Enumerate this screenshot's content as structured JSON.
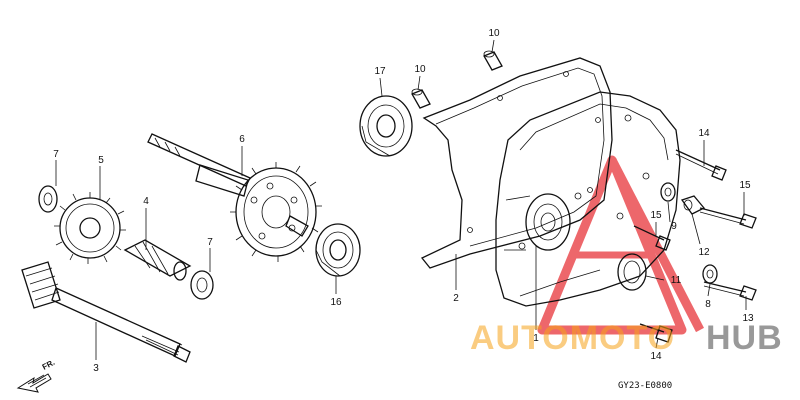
{
  "diagram": {
    "figure_code": "GY23-E0800",
    "direction_label": "FR.",
    "watermark": {
      "part1": "AUTOMOTO",
      "part2": "HUB"
    },
    "callouts": [
      {
        "id": "c1",
        "label": "1"
      },
      {
        "id": "c2",
        "label": "2"
      },
      {
        "id": "c3",
        "label": "3"
      },
      {
        "id": "c4",
        "label": "4"
      },
      {
        "id": "c5",
        "label": "5"
      },
      {
        "id": "c6",
        "label": "6"
      },
      {
        "id": "c7a",
        "label": "7"
      },
      {
        "id": "c7b",
        "label": "7"
      },
      {
        "id": "c8",
        "label": "8"
      },
      {
        "id": "c9",
        "label": "9"
      },
      {
        "id": "c10a",
        "label": "10"
      },
      {
        "id": "c10b",
        "label": "10"
      },
      {
        "id": "c11",
        "label": "11"
      },
      {
        "id": "c12",
        "label": "12"
      },
      {
        "id": "c13",
        "label": "13"
      },
      {
        "id": "c14a",
        "label": "14"
      },
      {
        "id": "c14b",
        "label": "14"
      },
      {
        "id": "c15a",
        "label": "15"
      },
      {
        "id": "c15b",
        "label": "15"
      },
      {
        "id": "c16",
        "label": "16"
      },
      {
        "id": "c17",
        "label": "17"
      }
    ],
    "colors": {
      "line": "#111111",
      "watermark_orange": "#f6a21a",
      "watermark_gray": "#6d6d6d",
      "watermark_triangle": "#e8353a"
    }
  }
}
